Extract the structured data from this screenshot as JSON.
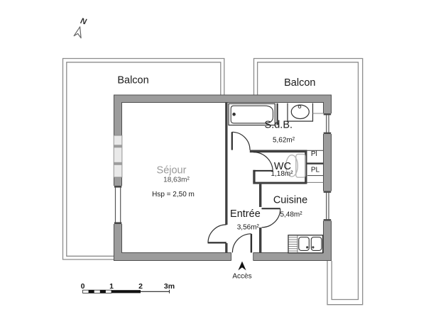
{
  "plan": {
    "type": "apartment floor plan",
    "north": {
      "label": "N"
    },
    "balconies": {
      "left": "Balcon",
      "right": "Balcon"
    },
    "rooms": {
      "sejour": {
        "name": "Séjour",
        "area": "18,63m²",
        "note": "Hsp = 2,50 m"
      },
      "sdb": {
        "name": "S.d.B.",
        "area": "5,62m²"
      },
      "wc": {
        "name": "WC",
        "area": "1,18m²"
      },
      "cuisine": {
        "name": "Cuisine",
        "area": "5,48m²"
      },
      "entree": {
        "name": "Entrée",
        "area": "3,56m²"
      }
    },
    "closets": {
      "small": "Pl",
      "large": "PL"
    },
    "access": {
      "label": "Accès"
    },
    "scalebar": {
      "t0": "0",
      "t1": "1",
      "t2": "2",
      "t3": "3m"
    },
    "colors": {
      "wall_fill": "#9c9c9c",
      "wall_outline": "#4f4f4f",
      "partition": "#3f3f3f",
      "balcony_line": "#8c8c8c",
      "fixture_stroke": "#333333",
      "toilet_stroke": "#b7b7b7",
      "window_fill": "#e9e9e9",
      "text": "#1a1a1a",
      "sejour_text": "#9a9a9a"
    }
  }
}
